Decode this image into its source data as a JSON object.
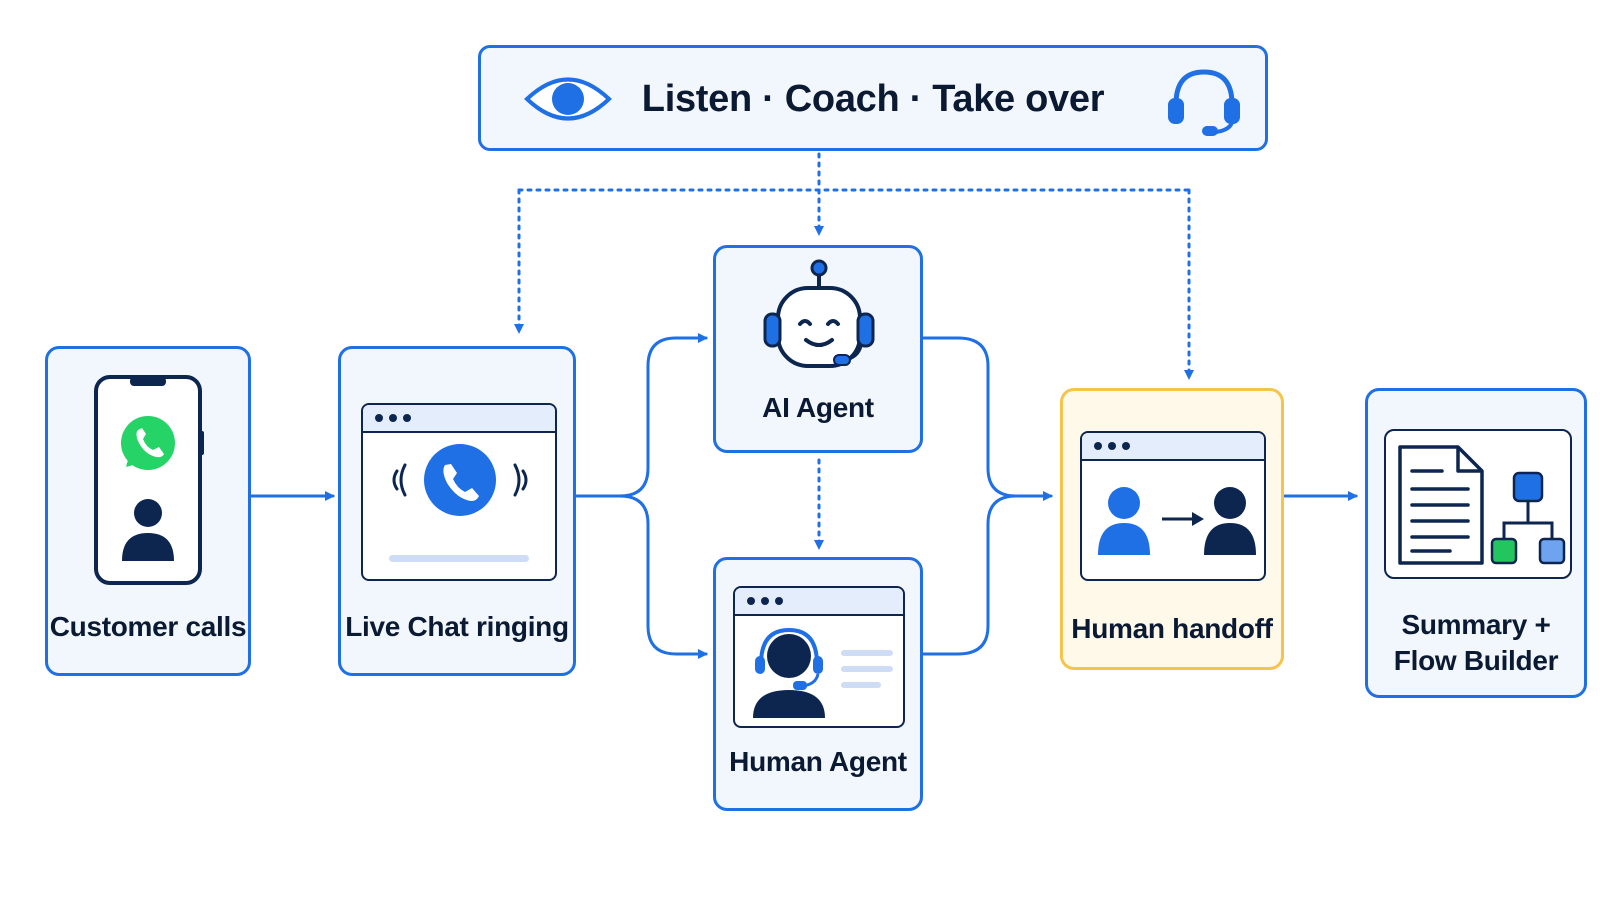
{
  "banner": {
    "title": "Listen · Coach · Take over",
    "left_icon": "eye-icon",
    "right_icon": "headset-icon"
  },
  "nodes": {
    "customer_calls": {
      "label": "Customer calls",
      "icons": [
        "phone-icon",
        "whatsapp-icon",
        "person-icon"
      ]
    },
    "live_chat": {
      "label": "Live Chat ringing",
      "icons": [
        "browser-window-icon",
        "ringing-call-icon"
      ]
    },
    "ai_agent": {
      "label": "AI Agent",
      "icons": [
        "robot-headset-icon"
      ]
    },
    "human_agent": {
      "label": "Human Agent",
      "icons": [
        "browser-window-icon",
        "agent-headset-icon"
      ]
    },
    "human_handoff": {
      "label": "Human handoff",
      "icons": [
        "browser-window-icon",
        "person-transfer-icon"
      ]
    },
    "summary": {
      "label_line1": "Summary +",
      "label_line2": "Flow Builder",
      "icons": [
        "document-icon",
        "flow-tree-icon"
      ]
    }
  },
  "colors": {
    "accent": "#1f6fe5",
    "dark": "#0d2650",
    "node_fill": "#f2f6fd",
    "handoff_border": "#f5c44a",
    "handoff_fill": "#fff9ea",
    "whatsapp": "#25d366",
    "flow_green": "#22c55e"
  }
}
